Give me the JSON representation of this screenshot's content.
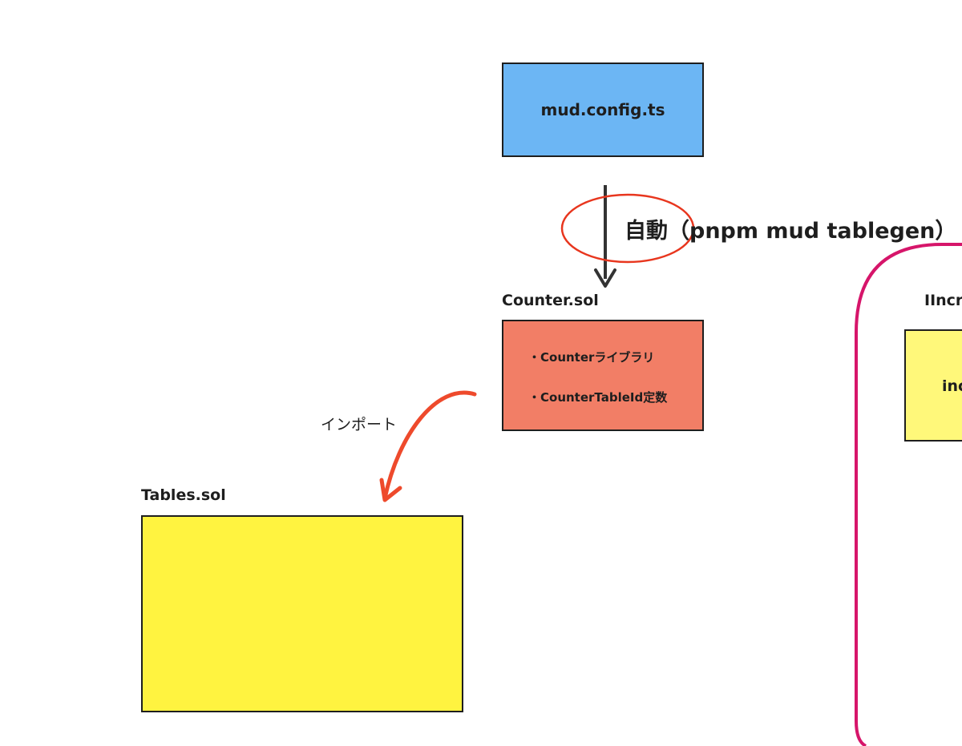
{
  "nodes": {
    "config": {
      "label": "mud.config.ts"
    },
    "counter": {
      "title": "Counter.sol",
      "items": [
        "・Counterライブラリ",
        "・CounterTableId定数"
      ]
    },
    "tables": {
      "title": "Tables.sol"
    },
    "right_panel": {
      "title": "IIncr",
      "inner_label": "inc"
    }
  },
  "edges": {
    "auto": {
      "label": "自動（pnpm mud tablegen）"
    },
    "import": {
      "label": "インポート"
    }
  },
  "colors": {
    "config_fill": "#6cb6f4",
    "counter_fill": "#f27e66",
    "tables_fill": "#fff340",
    "right_box_fill": "#fff87a",
    "arrow_dark": "#333333",
    "highlight_red": "#e8361e",
    "import_arrow": "#ee4a2c",
    "panel_border": "#d6156a"
  }
}
